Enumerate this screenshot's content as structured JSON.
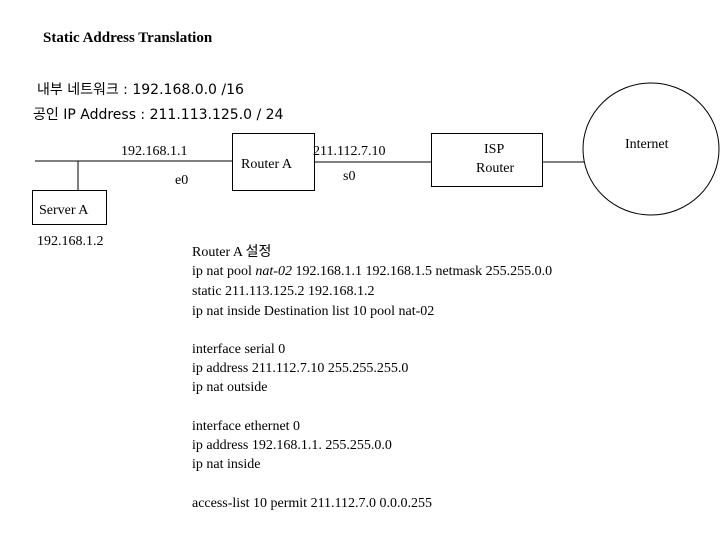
{
  "title": "Static Address Translation",
  "network_info": {
    "internal_label": "내부 네트워크 :",
    "internal_value": "192.168.0.0 /16",
    "public_label": "공인 IP Address :",
    "public_value": "211.113.125.0 / 24"
  },
  "diagram": {
    "lan_ip": "192.168.1.1",
    "e0": "e0",
    "router_a": "Router A",
    "serial_ip": "211.112.7.10",
    "s0": "s0",
    "isp_line1": "ISP",
    "isp_line2": "Router",
    "internet": "Internet",
    "server_label": "Server A",
    "server_ip": "192.168.1.2"
  },
  "config": {
    "heading": "Router A 설정",
    "line1_prefix": "ip nat pool ",
    "line1_pool": "nat-02",
    "line1_rest": " 192.168.1.1 192.168.1.5 netmask 255.255.0.0",
    "line2": "static 211.113.125.2 192.168.1.2",
    "line3": "ip nat inside Destination list 10 pool nat-02",
    "serial_block": [
      "interface serial 0",
      "ip address 211.112.7.10 255.255.255.0",
      "ip nat outside"
    ],
    "ethernet_block": [
      "interface ethernet 0",
      "ip address 192.168.1.1. 255.255.0.0",
      "ip nat inside"
    ],
    "access_list": "access-list 10 permit 211.112.7.0 0.0.0.255"
  }
}
